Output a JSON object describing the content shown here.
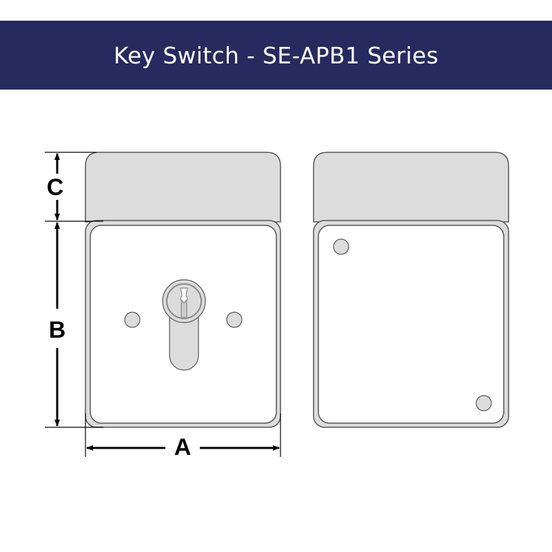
{
  "header": {
    "title": "Key Switch - SE-APB1 Series"
  },
  "dimensions": {
    "a": "A",
    "b": "B",
    "c": "C"
  },
  "colors": {
    "banner": "#262a5f",
    "body": "#dcdcdc",
    "outline": "#555555"
  }
}
